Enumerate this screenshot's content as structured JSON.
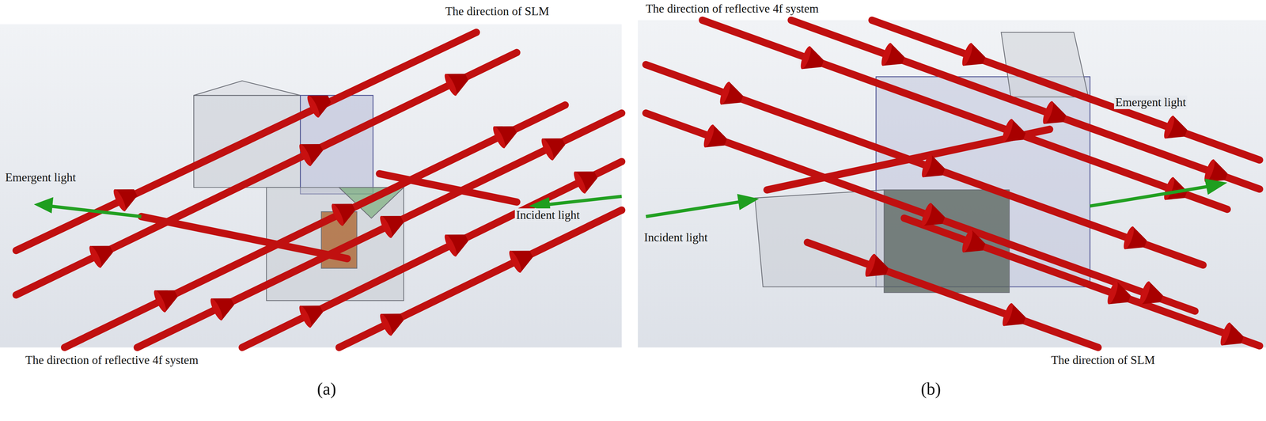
{
  "diagram": {
    "labels": [
      "The direction of SLM",
      "Emergent light",
      "Incident light",
      "The direction of reflective 4f system",
      "(a)",
      "The direction of reflective 4f system",
      "Emergent light",
      "Incident light",
      "The direction of SLM",
      "(b)"
    ]
  }
}
